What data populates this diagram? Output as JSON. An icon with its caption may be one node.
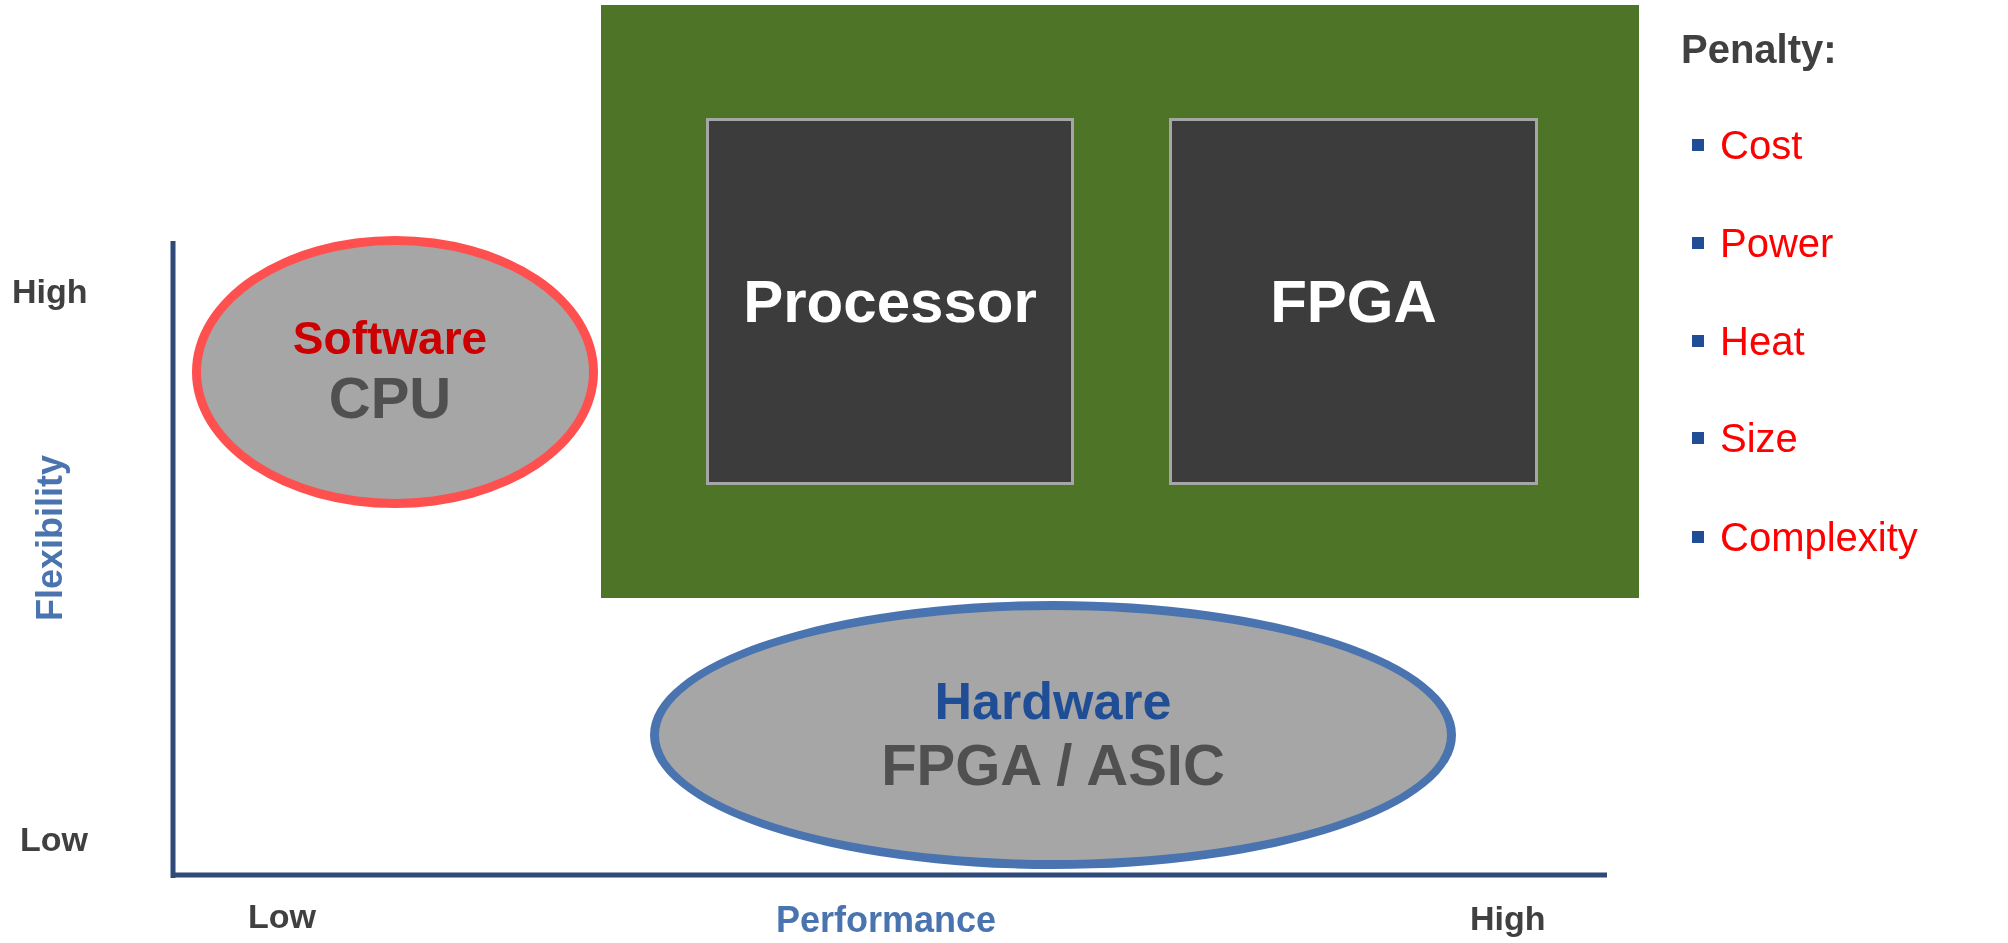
{
  "diagram": {
    "nodes": [
      {
        "text": [
          "Software",
          "CPU"
        ]
      },
      {
        "text": [],
        "shape": "box"
      },
      {
        "text": [
          "Processor"
        ],
        "in": 1
      },
      {
        "text": [
          "FPGA"
        ],
        "in": 1
      },
      {
        "text": [
          "Hardware",
          "FPGA / ASIC"
        ]
      }
    ],
    "labels": [
      "Penalty:",
      "Cost",
      "Power",
      "Heat",
      "Size",
      "Complexity",
      "High",
      "Flexibility",
      "Low",
      "Low",
      "Performance",
      "High"
    ]
  }
}
